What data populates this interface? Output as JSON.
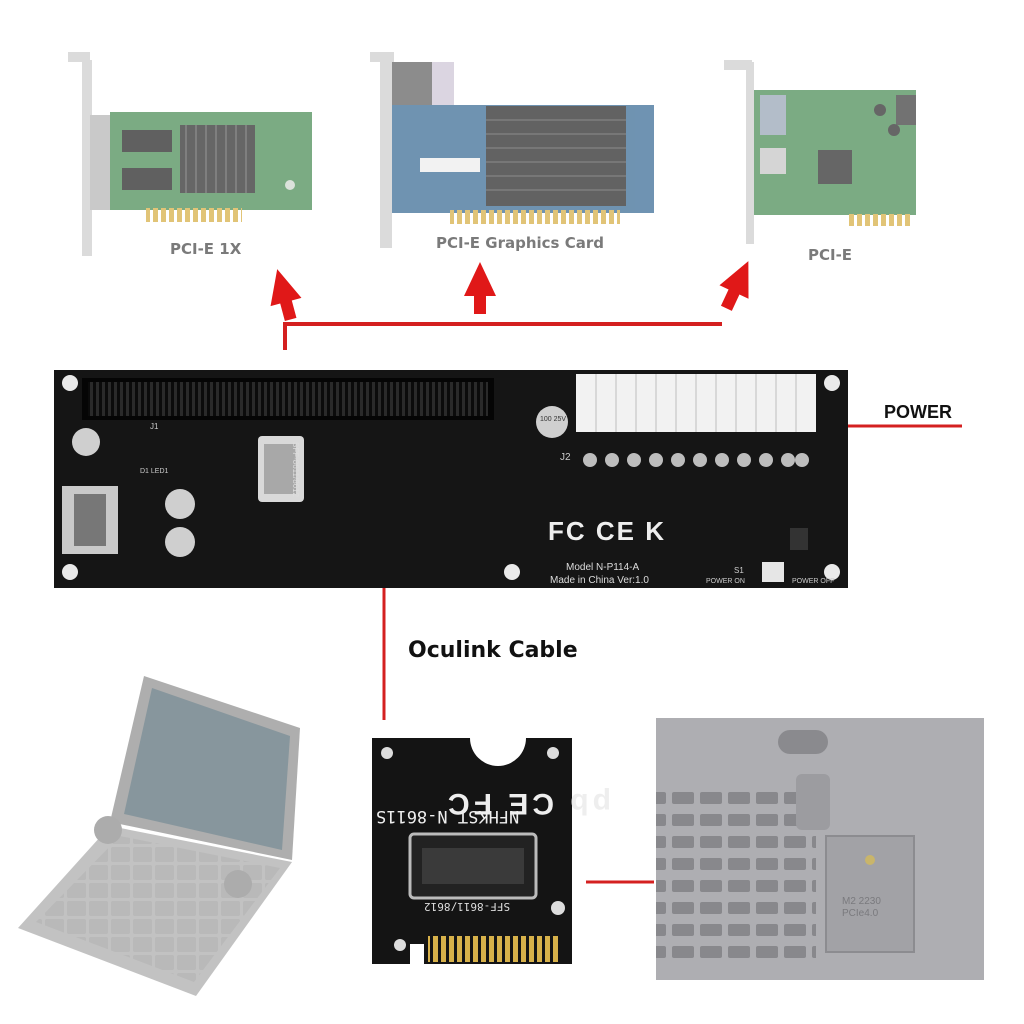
{
  "labels": {
    "pcie_1x": "PCI-E 1X",
    "graphics_card": "PCI-E Graphics Card",
    "pcie": "PCI-E",
    "power": "POWER",
    "oculink_cable": "Oculink Cable"
  },
  "board": {
    "connector_label": "SFF-8611/8612",
    "model": "Model N-P114-A",
    "made_in": "Made in China Ver:1.0",
    "power_on": "POWER ON",
    "power_off": "POWER OFF",
    "switch_label": "S1",
    "j1": "J1",
    "j2": "J2",
    "led": "D1 LED1",
    "cap": "100 25V",
    "certs": "FC CE K"
  },
  "m2_card": {
    "brand": "NFHKST N-8611S",
    "connector": "SFF-8611/8612",
    "certs": "pb CE FC"
  },
  "laptop_slot": {
    "label_line1": "M2 2230",
    "label_line2": "PCIe4.0"
  },
  "colors": {
    "arrow": "#e01818",
    "line": "#d42020",
    "pcb_green": "#4f8f5a",
    "board_black": "#151515"
  }
}
